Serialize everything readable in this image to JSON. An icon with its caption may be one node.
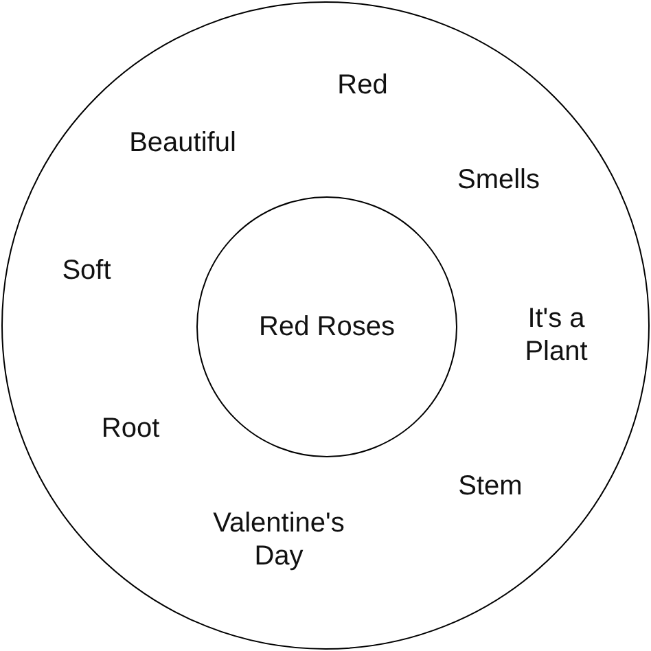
{
  "diagram": {
    "nodes": [
      {
        "text": [
          "Red",
          "Beautiful",
          "Smells",
          "Soft",
          "It's a Plant",
          "Root",
          "Stem",
          "Valentine's Day"
        ]
      },
      {
        "text": [
          "Red Roses"
        ],
        "in": 0
      }
    ]
  }
}
